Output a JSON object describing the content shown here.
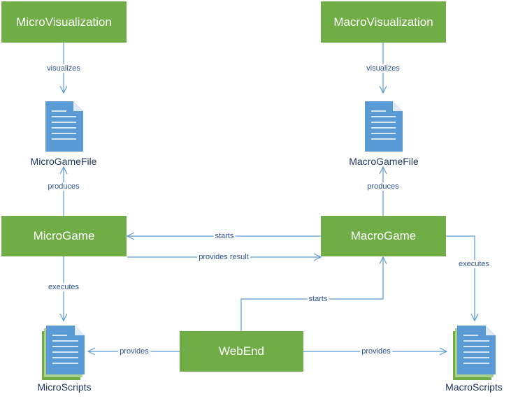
{
  "nodes": {
    "micro_visualization": "MicroVisualization",
    "macro_visualization": "MacroVisualization",
    "micro_game": "MicroGame",
    "macro_game": "MacroGame",
    "web_end": "WebEnd"
  },
  "documents": {
    "micro_game_file": "MicroGameFile",
    "macro_game_file": "MacroGameFile",
    "micro_scripts": "MicroScripts",
    "macro_scripts": "MacroScripts"
  },
  "edges": {
    "micro_visualizes": "visualizes",
    "macro_visualizes": "visualizes",
    "micro_produces": "produces",
    "macro_produces": "produces",
    "macro_starts_micro": "starts",
    "micro_provides_result": "provides result",
    "micro_executes": "executes",
    "macro_executes": "executes",
    "web_starts_macro": "starts",
    "web_provides_micro": "provides",
    "web_provides_macro": "provides"
  },
  "colors": {
    "node_fill": "#70AD47",
    "node_text": "#FFFFFF",
    "arrow": "#5B9BD5",
    "document_icon": "#5B9BD5",
    "label_text": "#2F5597"
  },
  "icons": {
    "single_document": "document-icon",
    "stacked_documents": "document-stack-icon"
  }
}
